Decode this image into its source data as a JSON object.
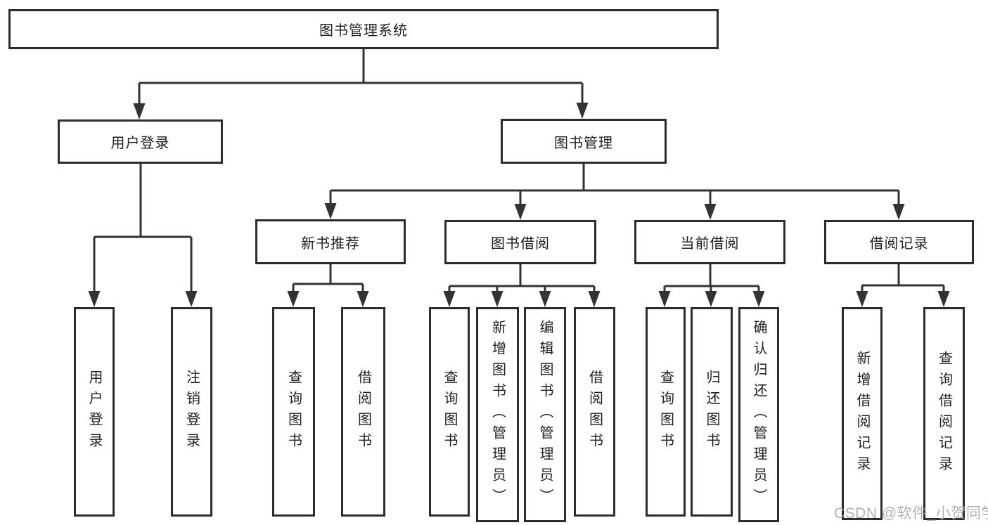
{
  "tree": {
    "label": "图书管理系统",
    "children": [
      {
        "label": "用户登录",
        "children": [
          {
            "label": "用户登录"
          },
          {
            "label": "注销登录"
          }
        ]
      },
      {
        "label": "图书管理",
        "children": [
          {
            "label": "新书推荐",
            "children": [
              {
                "label": "查询图书"
              },
              {
                "label": "借阅图书"
              }
            ]
          },
          {
            "label": "图书借阅",
            "children": [
              {
                "label": "查询图书"
              },
              {
                "label": "新增图书（管理员）"
              },
              {
                "label": "编辑图书（管理员）"
              },
              {
                "label": "借阅图书"
              }
            ]
          },
          {
            "label": "当前借阅",
            "children": [
              {
                "label": "查询图书"
              },
              {
                "label": "归还图书"
              },
              {
                "label": "确认归还（管理员）"
              }
            ]
          },
          {
            "label": "借阅记录",
            "children": [
              {
                "label": "新增借阅记录"
              },
              {
                "label": "查询借阅记录"
              }
            ]
          }
        ]
      }
    ]
  },
  "watermark": {
    "text": "CSDN @软件_小贺同学"
  },
  "colors": {
    "line": "#333333",
    "border": "#2c2c2c",
    "text": "#1f1f1f",
    "background": "#ffffff",
    "watermark": "#ababab"
  }
}
